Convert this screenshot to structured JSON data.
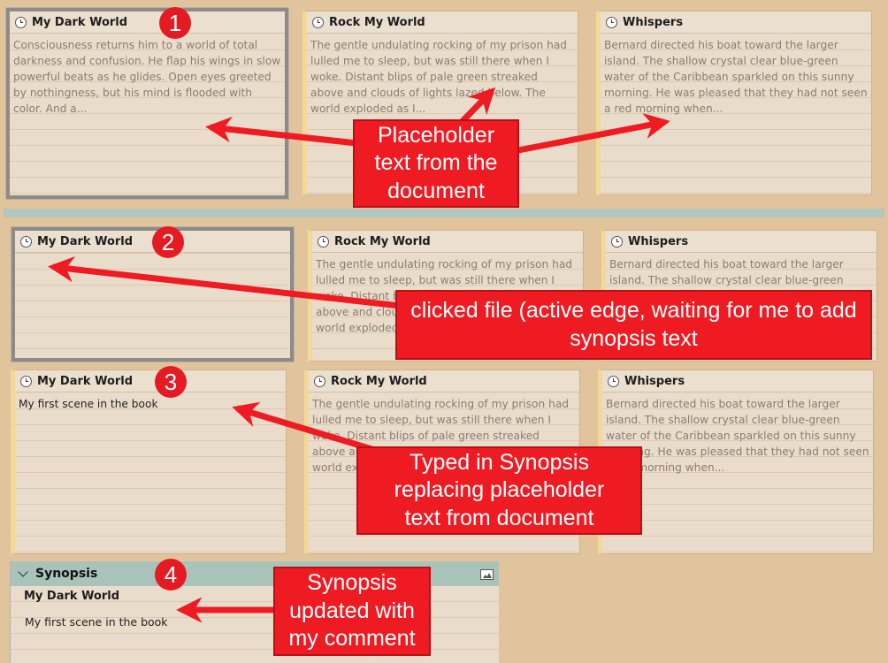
{
  "row1": [
    {
      "title": "My Dark World",
      "text": "Consciousness returns him to a world of total darkness and confusion. He flap his wings in slow powerful beats as he glides. Open eyes greeted by nothingness, but his mind is flooded with color. And a..."
    },
    {
      "title": "Rock My World",
      "text": "The gentle undulating rocking of my prison had lulled me to sleep, but was still there when I woke. Distant blips of pale green streaked above and clouds of lights lazed below. The world exploded as I..."
    },
    {
      "title": "Whispers",
      "text": "Bernard directed his boat toward the larger island. The shallow crystal clear blue-green water of the Caribbean sparkled on this sunny morning. He was pleased that they had not seen a red morning when..."
    }
  ],
  "row2": [
    {
      "title": "My Dark World",
      "text": ""
    },
    {
      "title": "Rock My World",
      "text": "The gentle undulating rocking of my prison had lulled me to sleep, but was still there when I woke. Distant blips of pale green streaked above and clouds of lights lazed below. The world exploded as I..."
    },
    {
      "title": "Whispers",
      "text": "Bernard directed his boat toward the larger island. The shallow crystal clear blue-green water of the Caribbean sparkled on this sunny morning. He was pleased that they had not seen a red morning when..."
    }
  ],
  "row3": [
    {
      "title": "My Dark World",
      "text": "My first scene in the book"
    },
    {
      "title": "Rock My World",
      "text": "The gentle undulating rocking of my prison had lulled me to sleep, but was still there when I woke. Distant blips of pale green streaked above and clouds of lights lazed below. The world exploded as I..."
    },
    {
      "title": "Whispers",
      "text": "Bernard directed his boat toward the larger island. The shallow crystal clear blue-green water of the Caribbean sparkled on this sunny morning. He was pleased that they had not seen a red morning when..."
    }
  ],
  "badges": [
    "1",
    "2",
    "3",
    "4"
  ],
  "callouts": {
    "placeholder": "Placeholder text from the document",
    "clicked": "clicked file (active edge, waiting for me to add synopsis text",
    "typed": "Typed in Synopsis replacing placeholder text from document",
    "updated": "Synopsis updated with my comment"
  },
  "synopsis": {
    "label": "Synopsis",
    "doc_title": "My Dark World",
    "text": "My first scene in the book"
  },
  "icons": {
    "card": "clock-icon",
    "collapse": "chevron-down-icon",
    "image": "image-icon"
  },
  "colors": {
    "annotation": "#ee1b23",
    "corkboard": "#e2c49c",
    "card": "#eadccb",
    "synopsis_header": "#a9c3bb"
  }
}
